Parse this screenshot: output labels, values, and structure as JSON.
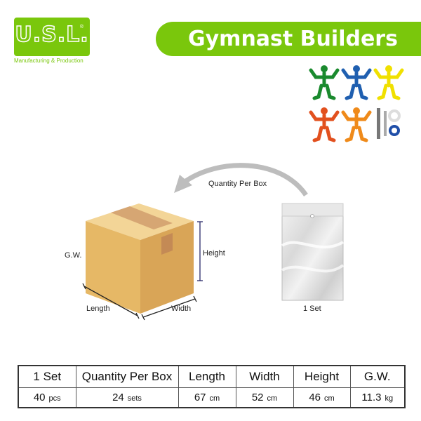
{
  "logo": {
    "text": "U.S.L.",
    "registered": "®",
    "subtitle": "Manufacturing & Production"
  },
  "title": "Gymnast Builders",
  "product_image": {
    "description_icon": "gymnast-figures-icon",
    "figure_colors": [
      "#1a8a2e",
      "#1f5fb0",
      "#f0e000",
      "#e2501e",
      "#ef8a1a"
    ]
  },
  "diagram": {
    "arrow_label": "Quantity Per Box",
    "gw_label": "G.W.",
    "height_label": "Height",
    "length_label": "Length",
    "width_label": "Width",
    "bag_label": "1 Set"
  },
  "table": {
    "headers": [
      "1 Set",
      "Quantity Per Box",
      "Length",
      "Width",
      "Height",
      "G.W."
    ],
    "values": [
      {
        "num": "40",
        "unit": "pcs"
      },
      {
        "num": "24",
        "unit": "sets"
      },
      {
        "num": "67",
        "unit": "cm"
      },
      {
        "num": "52",
        "unit": "cm"
      },
      {
        "num": "46",
        "unit": "cm"
      },
      {
        "num": "11.3",
        "unit": "kg"
      }
    ]
  },
  "colors": {
    "brand_green": "#7ac70c",
    "box_tan": "#e8c07a",
    "tape": "#c9935d"
  }
}
